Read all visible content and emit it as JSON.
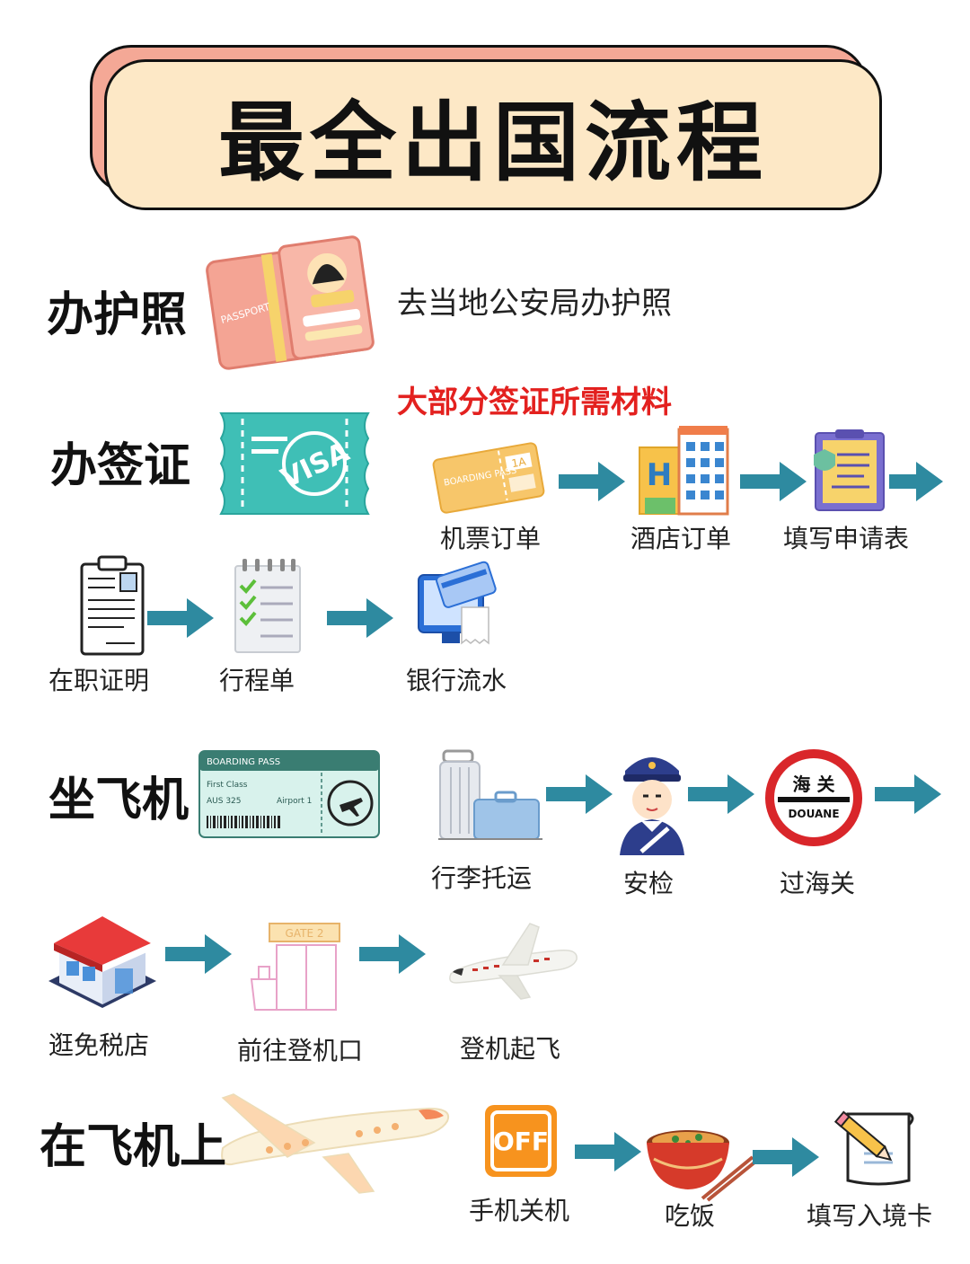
{
  "title": "最全出国流程",
  "sections": {
    "passport": {
      "label": "办护照",
      "description": "去当地公安局办护照",
      "illustration_text": "PASSPORT"
    },
    "visa": {
      "label": "办签证",
      "note": "大部分签证所需材料",
      "illustration_text": "VISA",
      "steps": [
        "机票订单",
        "酒店订单",
        "填写申请表",
        "在职证明",
        "行程单",
        "银行流水"
      ],
      "ticket_text": "BOARDING PASS",
      "ticket_seat": "1A",
      "hotel_letter": "H"
    },
    "flight": {
      "label": "坐飞机",
      "boarding_pass": {
        "header": "BOARDING PASS",
        "class": "First Class",
        "flight": "AUS 325",
        "airport": "Airport 1"
      },
      "customs_sign": {
        "top": "海 关",
        "bottom": "DOUANE"
      },
      "gate_sign": "GATE 2",
      "steps": [
        "行李托运",
        "安检",
        "过海关",
        "逛免税店",
        "前往登机口",
        "登机起飞"
      ]
    },
    "onboard": {
      "label": "在飞机上",
      "off_text": "OFF",
      "steps": [
        "手机关机",
        "吃饭",
        "填写入境卡"
      ]
    }
  },
  "colors": {
    "arrow": "#2e8aa0",
    "banner_bg": "#fde8c6",
    "banner_shadow": "#f4a896",
    "note": "#e3211f",
    "passport": "#f4a494",
    "visa": "#3fbfb6",
    "ticket": "#f7c66a",
    "customs_red": "#d9262a",
    "off_orange": "#f7931e"
  }
}
